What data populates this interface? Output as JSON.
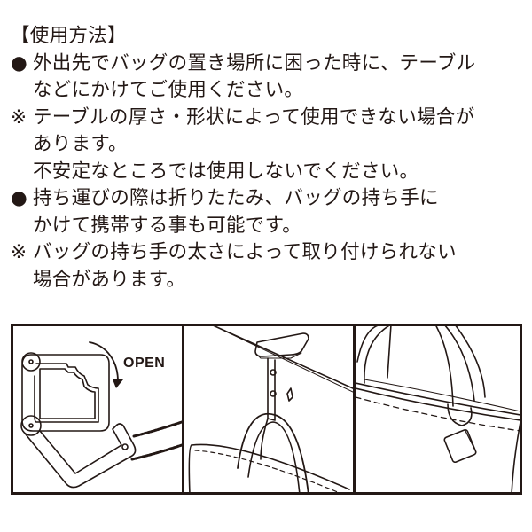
{
  "instructions": {
    "heading": "【使用方法】",
    "items": [
      {
        "mark": "●",
        "lines": [
          "外出先でバッグの置き場所に困った時に、テーブル",
          "などにかけてご使用ください。"
        ]
      },
      {
        "mark": "※",
        "lines": [
          "テーブルの厚さ・形状によって使用できない場合が",
          "あります。",
          "不安定なところでは使用しないでください。"
        ]
      },
      {
        "mark": "●",
        "lines": [
          "持ち運びの際は折りたたみ、バッグの持ち手に",
          "かけて携帯する事も可能です。"
        ]
      },
      {
        "mark": "※",
        "lines": [
          "バッグの持ち手の太さによって取り付けられない",
          "場合があります。"
        ]
      }
    ]
  },
  "illustrations": {
    "panel1": {
      "label": "OPEN",
      "icon": "folding-bag-hook-open-icon"
    },
    "panel2": {
      "icon": "hook-on-table-with-bag-icon"
    },
    "panel3": {
      "icon": "hook-hanging-on-bag-handle-icon"
    }
  },
  "colors": {
    "ink": "#231815",
    "background": "#ffffff"
  }
}
